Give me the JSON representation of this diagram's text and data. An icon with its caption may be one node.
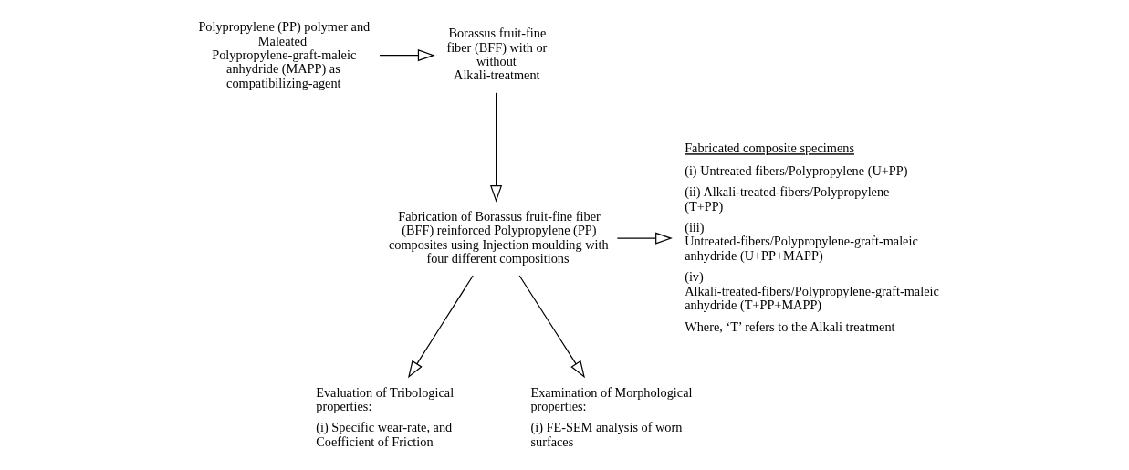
{
  "diagram": {
    "nodes": [
      {
        "text": [
          "Polypropylene (PP) polymer and Maleated Polypropylene-graft-maleic anhydride (MAPP) as compatibilizing-agent"
        ]
      },
      {
        "text": [
          "Borassus fruit-fine fiber (BFF) with or without Alkali-treatment"
        ]
      },
      {
        "text": [
          "Fabrication of Borassus fruit-fine fiber (BFF) reinforced Polypropylene (PP) composites using Injection moulding with four different compositions"
        ]
      },
      {
        "text": [
          "Fabricated composite specimens",
          "(i) Untreated fibers/Polypropylene (U+PP)",
          "(ii) Alkali-treated-fibers/Polypropylene (T+PP)",
          "(iii) Untreated-fibers/Polypropylene-graft-maleic anhydride (U+PP+MAPP)",
          "(iv) Alkali-treated-fibers/Polypropylene-graft-maleic anhydride (T+PP+MAPP)",
          "Where, ‘T’ refers to the Alkali treatment"
        ]
      },
      {
        "text": [
          "Evaluation of Tribological properties:",
          "(i) Specific wear-rate, and Coefficient of Friction"
        ]
      },
      {
        "text": [
          "Examination of Morphological properties:",
          "(i) FE-SEM analysis of worn surfaces"
        ]
      }
    ],
    "edges": [
      {
        "from": 0,
        "to": 1,
        "arrow": "to"
      },
      {
        "from": 1,
        "to": 2,
        "arrow": "to"
      },
      {
        "from": 2,
        "to": 3,
        "arrow": "to"
      },
      {
        "from": 2,
        "to": 4,
        "arrow": "to"
      },
      {
        "from": 2,
        "to": 5,
        "arrow": "to"
      }
    ]
  }
}
